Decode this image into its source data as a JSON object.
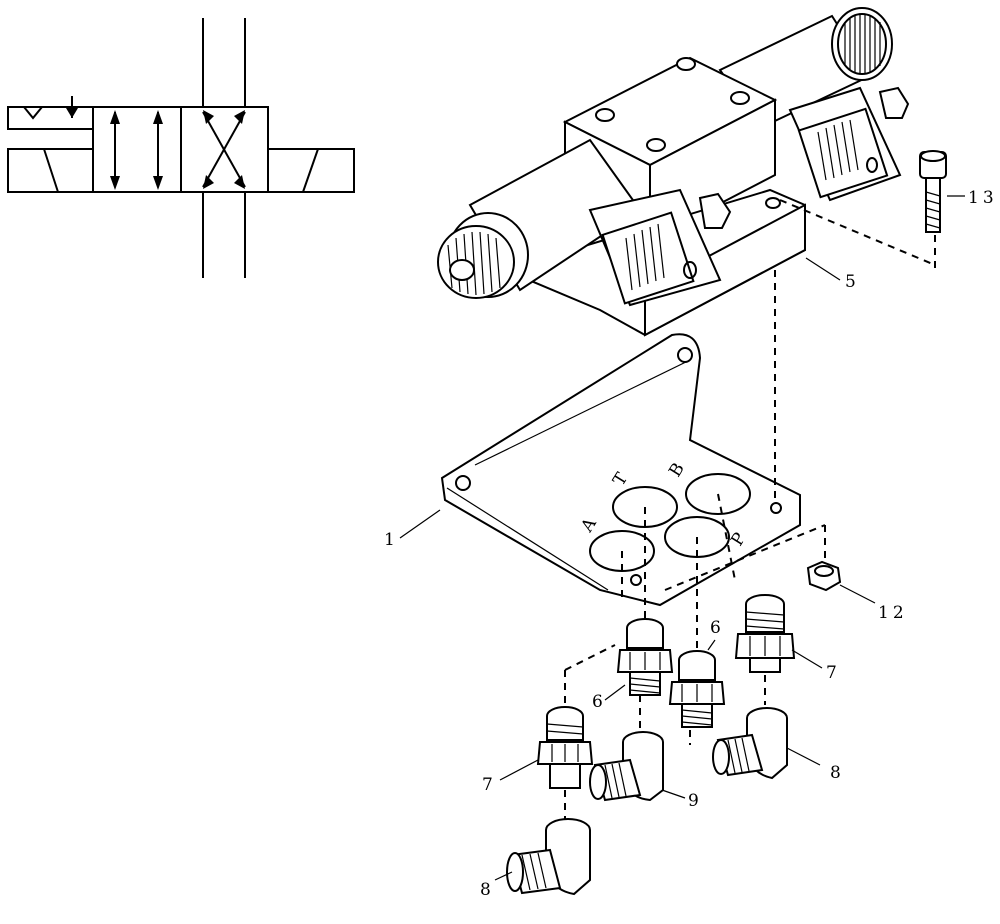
{
  "callouts": [
    {
      "id": "c1",
      "text": "1"
    },
    {
      "id": "c5",
      "text": "5"
    },
    {
      "id": "c6a",
      "text": "6"
    },
    {
      "id": "c6b",
      "text": "6"
    },
    {
      "id": "c7a",
      "text": "7"
    },
    {
      "id": "c7b",
      "text": "7"
    },
    {
      "id": "c8a",
      "text": "8"
    },
    {
      "id": "c8b",
      "text": "8"
    },
    {
      "id": "c9",
      "text": "9"
    },
    {
      "id": "c12",
      "text": "12"
    },
    {
      "id": "c13",
      "text": "13"
    }
  ],
  "port_labels": {
    "T": "T",
    "B": "B",
    "A": "A",
    "P": "P"
  }
}
